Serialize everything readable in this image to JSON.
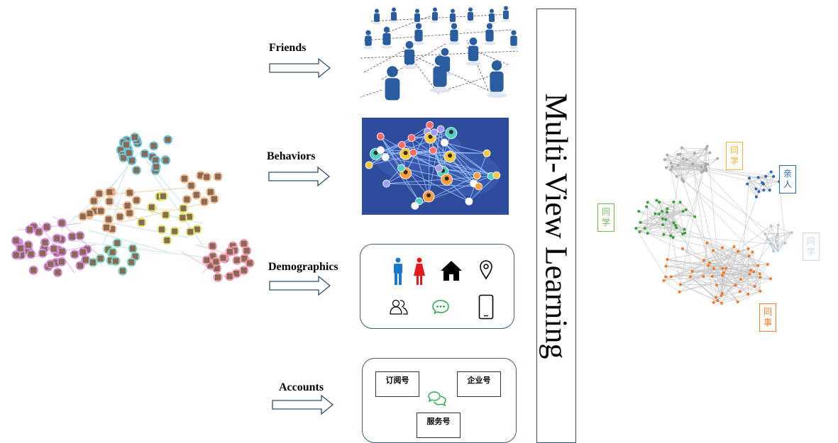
{
  "views": {
    "friends": "Friends",
    "behaviors": "Behaviors",
    "demographics": "Demographics",
    "accounts": "Accounts"
  },
  "account_types": {
    "subscription": "订阅号",
    "enterprise": "企业号",
    "service": "服务号"
  },
  "main_label": "Multi-View Learning",
  "clusters": [
    {
      "label": "同\n学",
      "color": "#f2b632"
    },
    {
      "label": "亲\n人",
      "color": "#2a66b0"
    },
    {
      "label": "同\n学",
      "color": "#7ab25a"
    },
    {
      "label": "同\n学",
      "color": "#c9d7ea"
    },
    {
      "label": "同\n事",
      "color": "#f07a28"
    }
  ],
  "demographic_icons": [
    "male-icon",
    "female-icon",
    "home-icon",
    "location-icon",
    "group-icon",
    "wechat-icon",
    "phone-icon"
  ],
  "colors": {
    "arrow_stroke": "#2f4f6f",
    "panel_border": "#3f5d7a",
    "behavior_bg": "#2f4c9c",
    "people_blue": "#2a5d9f"
  }
}
